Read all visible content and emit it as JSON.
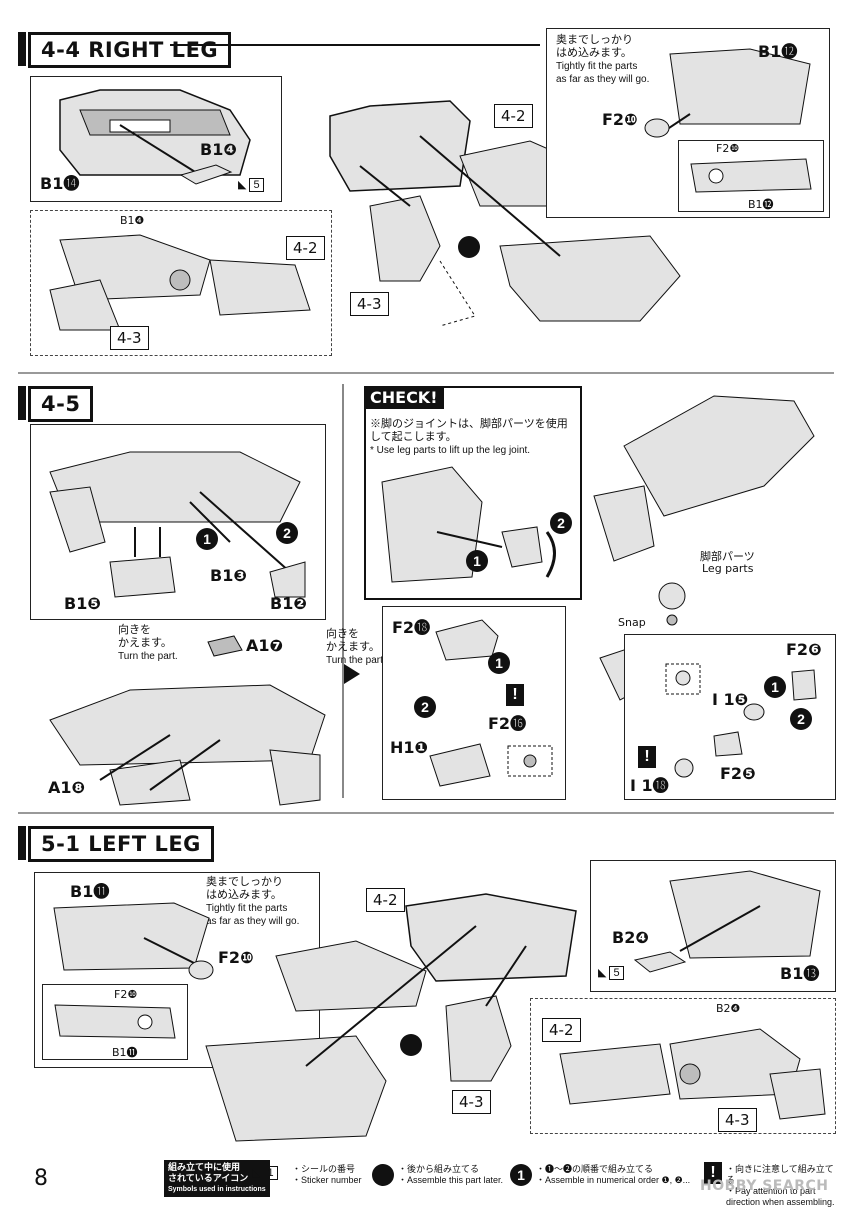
{
  "sections": {
    "s44": {
      "title": "4-4 RIGHT LEG"
    },
    "s45": {
      "title": "4-5"
    },
    "s51": {
      "title": "5-1 LEFT LEG"
    }
  },
  "s44": {
    "b1_14": "B1⓮",
    "b1_4": "B1❹",
    "sticker": "5",
    "ref_42": "4-2",
    "ref_43": "4-3",
    "detail_b14": "B1❹",
    "detail_42": "4-2",
    "detail_43": "4-3",
    "inset_note_jp_1": "奥までしっかり",
    "inset_note_jp_2": "はめ込みます。",
    "inset_note_en_1": "Tightly fit the parts",
    "inset_note_en_2": "as far as they will go.",
    "inset_b1_12": "B1⓬",
    "inset_f2_10": "F2❿",
    "inset_f2_10_small": "F2❿",
    "inset_b1_12_small": "B1⓬"
  },
  "s45": {
    "step1": "1",
    "step2": "2",
    "b1_3": "B1❸",
    "b1_5": "B1❺",
    "b1_2": "B1❷",
    "turn_jp_1": "向きを",
    "turn_jp_2": "かえます。",
    "turn_en": "Turn the part.",
    "a1_7": "A1❼",
    "a1_8": "A1❽",
    "turn2_jp_1": "向きを",
    "turn2_jp_2": "かえます。",
    "turn2_en": "Turn the part.",
    "check_title": "CHECK!",
    "check_jp_1": "※脚のジョイントは、脚部パーツを使用",
    "check_jp_2": "して起こします。",
    "check_en": "* Use leg parts to lift up the leg joint.",
    "f2_18": "F2⓲",
    "f2_16": "F2⓰",
    "h1_1": "H1❶",
    "leg_jp": "脚部パーツ",
    "leg_en": "Leg parts",
    "snap": "Snap",
    "f2_6": "F2❻",
    "i1_5": "I 1❺",
    "i1_18": "I 1⓲",
    "f2_5": "F2❺"
  },
  "s51": {
    "b1_11": "B1⓫",
    "note_jp_1": "奥までしっかり",
    "note_jp_2": "はめ込みます。",
    "note_en_1": "Tightly fit the parts",
    "note_en_2": "as far as they will go.",
    "f2_10": "F2❿",
    "small_f2_10": "F2❿",
    "small_b1_11": "B1⓫",
    "ref_42": "4-2",
    "ref_43": "4-3",
    "b2_4": "B2❹",
    "b1_13": "B1⓭",
    "sticker": "5",
    "detail_b2_4": "B2❹",
    "detail_42": "4-2",
    "detail_43": "4-3"
  },
  "footer": {
    "page": "8",
    "legend_head_jp_1": "組み立て中に使用",
    "legend_head_jp_2": "されているアイコン",
    "legend_head_en": "Symbols used in instructions",
    "sticker_jp": "・シールの番号",
    "sticker_en": "・Sticker number",
    "sticker_num": "1",
    "later_jp": "・後から組み立てる",
    "later_en": "・Assemble this part later.",
    "order_jp": "・❶～❷の順番で組み立てる",
    "order_en": "・Assemble in numerical order ❶, ❷...",
    "warn_jp": "・向きに注意して組み立てる",
    "warn_en": "・Pay attention to part direction when assembling.",
    "watermark": "HOBBY SEARCH"
  },
  "colors": {
    "ink": "#111111",
    "part": "#e3e3e3",
    "shade": "#bdbdbd"
  }
}
